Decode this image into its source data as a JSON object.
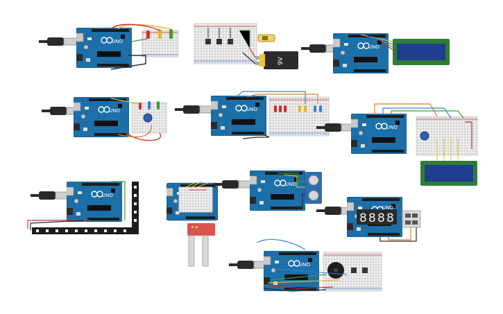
{
  "board": {
    "brand_label": "UNO",
    "color": "#1c6fa8",
    "edge_color": "#15557f"
  },
  "battery": {
    "label": "9V"
  },
  "seven_segment": {
    "digits": [
      "8",
      "8",
      "8",
      "8"
    ]
  },
  "colors": {
    "wire_red": "#d22d2d",
    "wire_black": "#2b2b2b",
    "wire_green": "#3b9c3b",
    "wire_yellow": "#e1b82b",
    "wire_blue": "#3a7fd4",
    "wire_orange": "#e07b2a",
    "lcd_frame": "#2f7d36",
    "lcd_screen": "#1f3e8f",
    "breadboard": "#ececec",
    "usb_cable": "#2a2a2a"
  },
  "circuits": [
    {
      "id": "c1",
      "parts": [
        "usb-cable",
        "arduino-uno",
        "breadboard",
        "leds"
      ]
    },
    {
      "id": "c2",
      "parts": [
        "breadboard",
        "push-buttons",
        "battery-9v",
        "slide-switch"
      ]
    },
    {
      "id": "c3",
      "parts": [
        "usb-cable",
        "arduino-uno",
        "lcd-16x2"
      ]
    },
    {
      "id": "c4",
      "parts": [
        "usb-cable",
        "arduino-uno",
        "breadboard",
        "rgb-leds",
        "potentiometer"
      ]
    },
    {
      "id": "c5",
      "parts": [
        "usb-cable",
        "arduino-uno",
        "breadboard",
        "leds"
      ]
    },
    {
      "id": "c6",
      "parts": [
        "usb-cable",
        "arduino-uno",
        "breadboard",
        "potentiometer",
        "lcd-16x2"
      ]
    },
    {
      "id": "c7",
      "parts": [
        "usb-cable",
        "arduino-uno",
        "neopixel-strip"
      ]
    },
    {
      "id": "c8",
      "parts": [
        "arduino-uno",
        "mini-breadboard",
        "soil-moisture-sensor"
      ]
    },
    {
      "id": "c9",
      "parts": [
        "usb-cable",
        "arduino-uno",
        "ultrasonic-sensor"
      ]
    },
    {
      "id": "c10",
      "parts": [
        "usb-cable",
        "arduino-uno",
        "seven-segment-display",
        "dip-switch"
      ]
    },
    {
      "id": "c11",
      "parts": [
        "usb-cable",
        "arduino-uno",
        "breadboard",
        "piezo-buzzer",
        "push-buttons"
      ]
    }
  ]
}
